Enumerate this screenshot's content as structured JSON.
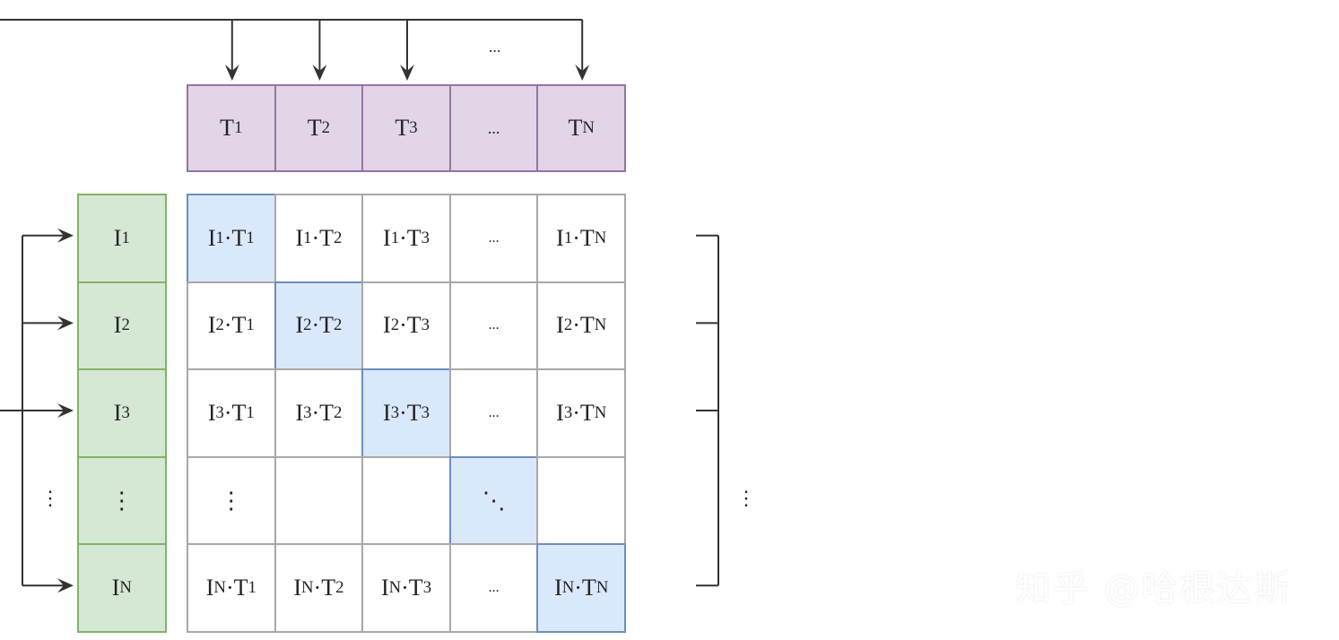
{
  "text_labels": [
    "T_1",
    "T_2",
    "T_3",
    "...",
    "T_N"
  ],
  "image_labels": [
    "I_1",
    "I_2",
    "I_3",
    "⋮",
    "I_N"
  ],
  "dots": "...",
  "vdots": "⋮",
  "left_panel": {
    "arrow_direction": "row",
    "matrix": [
      [
        "I_1·T_1",
        "I_1·T_2",
        "I_1·T_3",
        "...",
        "I_1·T_N"
      ],
      [
        "I_2·T_1",
        "I_2·T_2",
        "I_2·T_3",
        "...",
        "I_2·T_N"
      ],
      [
        "I_3·T_1",
        "I_3·T_2",
        "I_3·T_3",
        "...",
        "I_3·T_N"
      ],
      [
        "⋮",
        "⋮",
        "⋮",
        "⋱",
        "⋮"
      ],
      [
        "I_N·T_1",
        "I_N·T_2",
        "I_N·T_3",
        "...",
        "I_N·T_N"
      ]
    ]
  },
  "right_panel": {
    "arrow_direction": "column",
    "matrix": [
      [
        "I_1·T_1",
        "I_1·T_2",
        "I_1·T_3",
        "...",
        "I_1·T_N"
      ],
      [
        "I_2·T_1",
        "I_2·T_2",
        "I_2·T_3",
        "...",
        "I_2·T_N"
      ],
      [
        "I_3·T_1",
        "I_3·T_2",
        "I_3·T_3",
        "...",
        "I_3·T_N"
      ],
      [
        "⋮",
        "",
        "",
        "⋱",
        ""
      ],
      [
        "I_N·T_1",
        "I_N·T_2",
        "I_N·T_3",
        "...",
        "I_N·T_N"
      ]
    ]
  },
  "colors": {
    "text_fill": "#e1d5e7",
    "text_border": "#9673a6",
    "image_fill": "#d5e8d4",
    "image_border": "#82b366",
    "diag_fill": "#dae8fc",
    "diag_border": "#6c8ebf",
    "grid_border": "#a8a8a8",
    "arrow": "#e8221b",
    "connector": "#333333"
  },
  "watermark": "知乎 @哈根达斯"
}
